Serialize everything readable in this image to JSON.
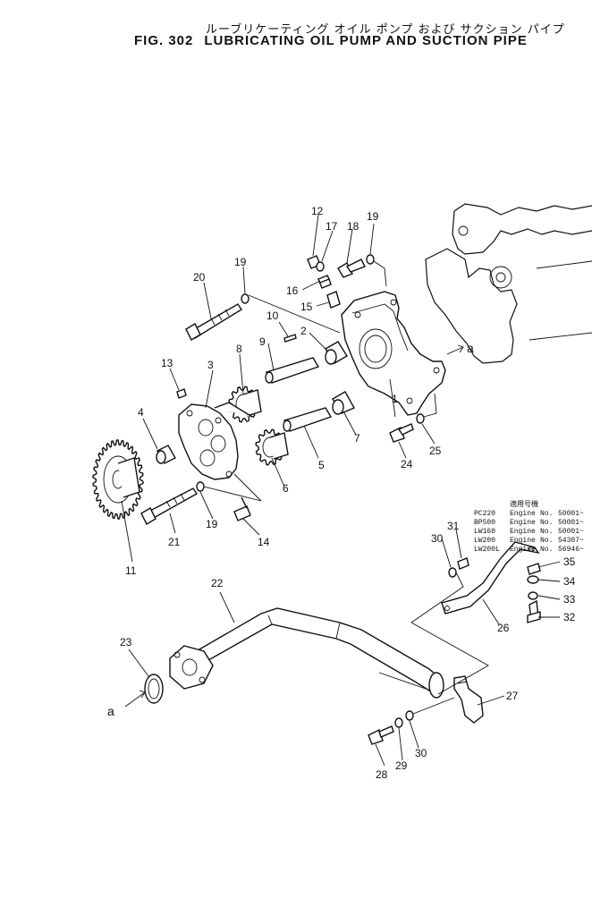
{
  "title_jp": "ルーブリケーティング オイル ポンプ および サクション パイプ",
  "fig_label": "FIG. 302",
  "title_en": "LUBRICATING OIL PUMP AND SUCTION PIPE",
  "callouts": [
    "1",
    "2",
    "3",
    "4",
    "5",
    "6",
    "7",
    "8",
    "9",
    "10",
    "11",
    "12",
    "13",
    "14",
    "15",
    "16",
    "17",
    "18",
    "19",
    "19",
    "19",
    "20",
    "21",
    "22",
    "23",
    "24",
    "25",
    "26",
    "27",
    "28",
    "29",
    "30",
    "30",
    "31",
    "32",
    "33",
    "34",
    "35"
  ],
  "ref_marks": [
    "a",
    "a"
  ],
  "applicability": {
    "header": "適用号機",
    "rows": [
      {
        "model": "PC220",
        "engine": "Engine",
        "no": "No.",
        "serial": "50001~"
      },
      {
        "model": "BP500",
        "engine": "Engine",
        "no": "No.",
        "serial": "50001~"
      },
      {
        "model": "LW160",
        "engine": "Engine",
        "no": "No.",
        "serial": "50001~"
      },
      {
        "model": "LW200",
        "engine": "Engine",
        "no": "No.",
        "serial": "54307~"
      },
      {
        "model": "LW200L",
        "engine": "Engine",
        "no": "No.",
        "serial": "56946~"
      }
    ]
  }
}
